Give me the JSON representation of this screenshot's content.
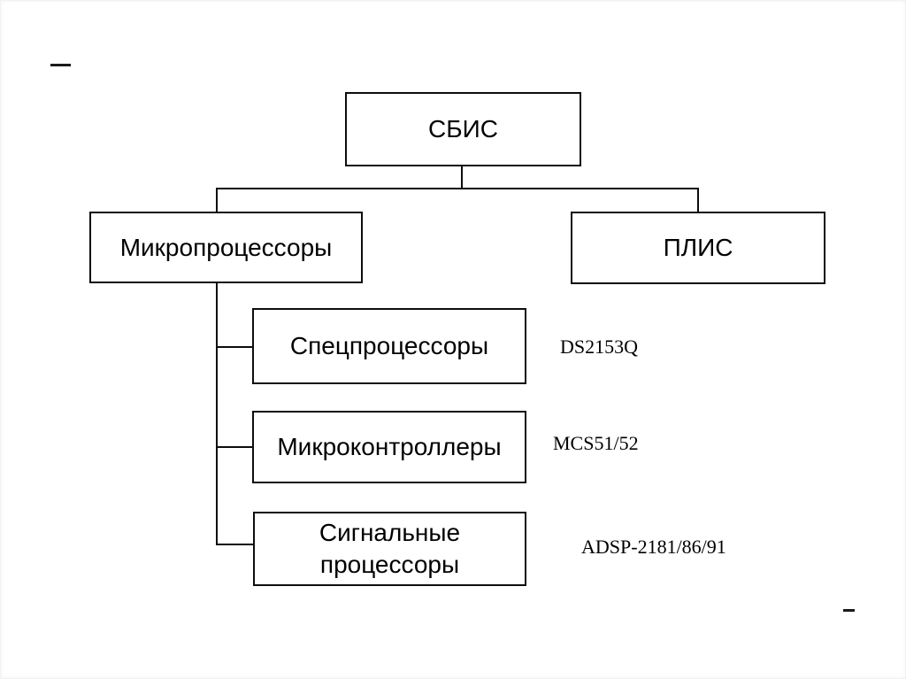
{
  "page": {
    "background_color": "#ffffff",
    "line_color": "#0d0d0d",
    "text_color": "#000000"
  },
  "diagram": {
    "type": "hierarchy",
    "root": {
      "label": "СБИС"
    },
    "branches": [
      {
        "label": "Микропроцессоры"
      },
      {
        "label": "ПЛИС"
      }
    ],
    "subtypes": [
      {
        "label": "Спецпроцессоры",
        "example": "DS2153Q"
      },
      {
        "label": "Микроконтроллеры",
        "example": "MCS51/52"
      },
      {
        "label": "Сигнальные процессоры",
        "example": "ADSP-2181/86/91"
      }
    ]
  }
}
